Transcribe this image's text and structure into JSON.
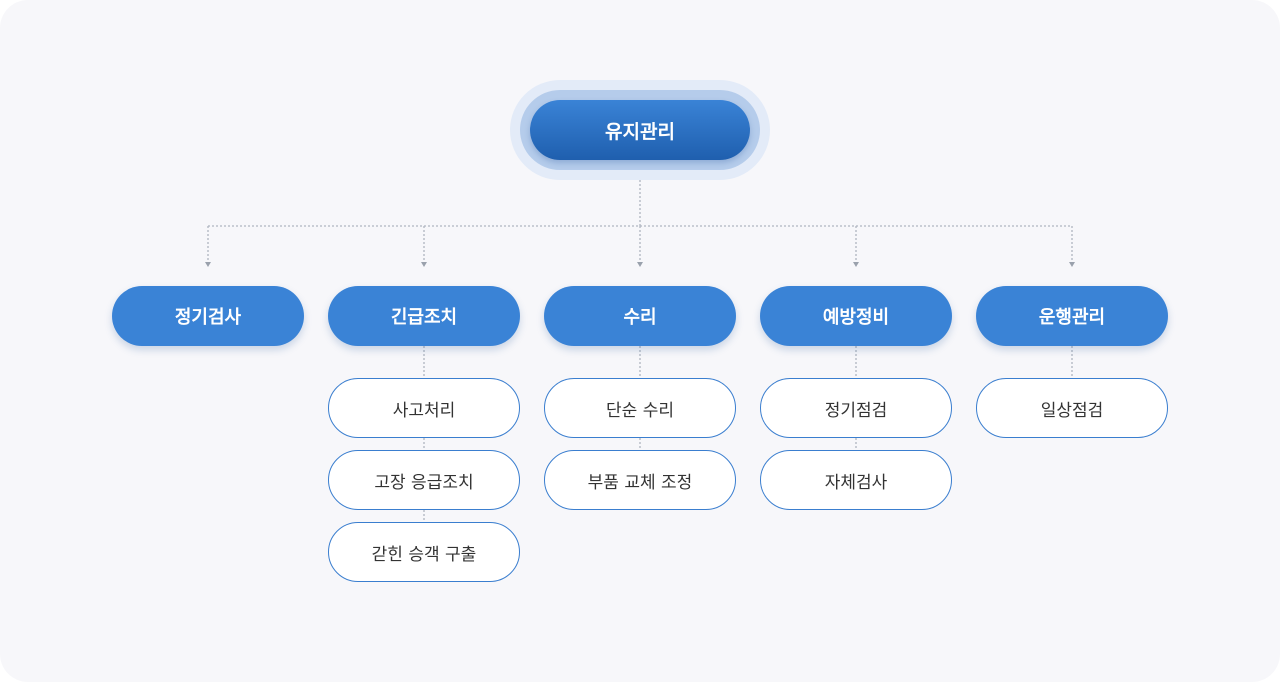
{
  "root": {
    "label": "유지관리"
  },
  "categories": [
    {
      "label": "정기검사",
      "children": []
    },
    {
      "label": "긴급조치",
      "children": [
        "사고처리",
        "고장 응급조치",
        "갇힌 승객 구출"
      ]
    },
    {
      "label": "수리",
      "children": [
        "단순 수리",
        "부품 교체 조정"
      ]
    },
    {
      "label": "예방정비",
      "children": [
        "정기점검",
        "자체검사"
      ]
    },
    {
      "label": "운행관리",
      "children": [
        "일상점검"
      ]
    }
  ],
  "colors": {
    "root_start": "#3a83d6",
    "root_end": "#1f5fae",
    "category": "#3a83d6",
    "sub_border": "#3a7ecf",
    "connector": "#b0b6c0"
  }
}
